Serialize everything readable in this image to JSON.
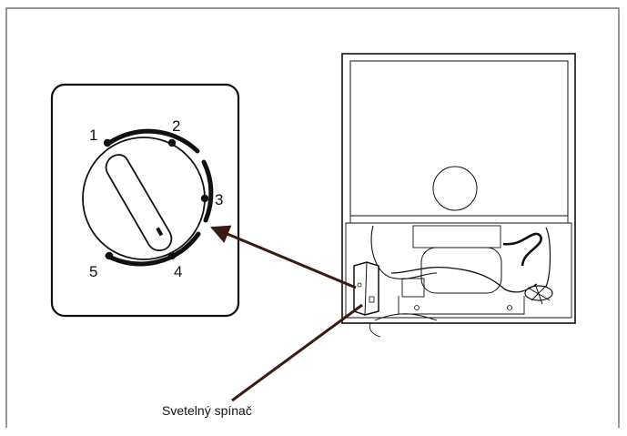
{
  "diagram": {
    "dial": {
      "settings": [
        "1",
        "2",
        "3",
        "4",
        "5"
      ]
    },
    "callout_label": "Svetelný spínač",
    "colors": {
      "line": "#111111",
      "arrow": "#3a1a12",
      "background": "#ffffff"
    }
  }
}
